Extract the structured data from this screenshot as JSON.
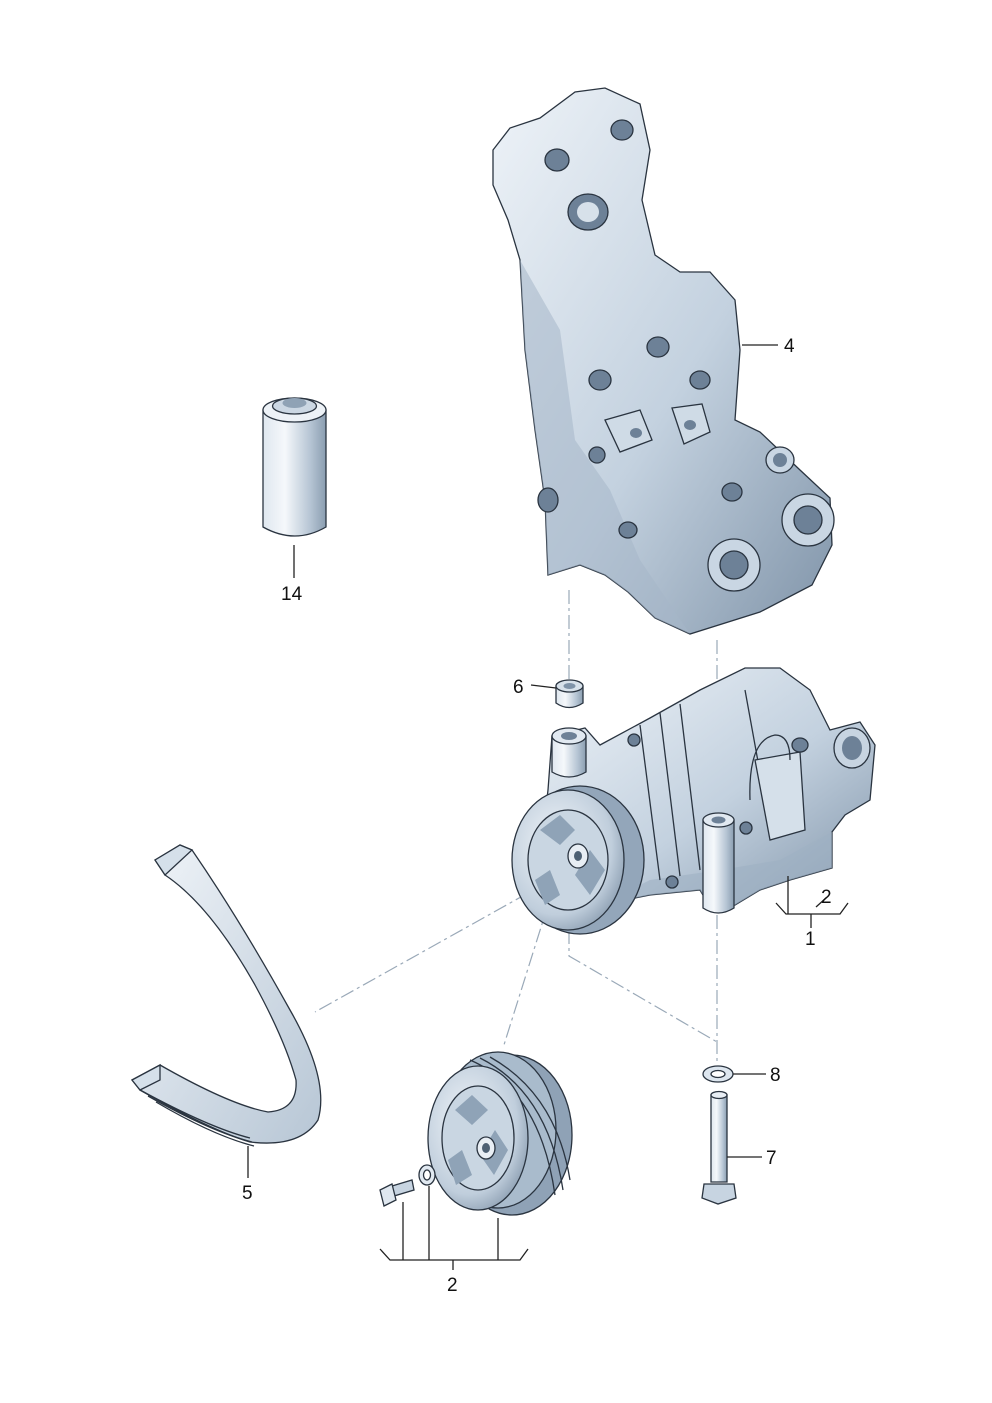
{
  "callouts": {
    "c1": "1",
    "c2_right": "2",
    "c2_bottom": "2",
    "c4": "4",
    "c5": "5",
    "c6": "6",
    "c7": "7",
    "c8": "8",
    "c14": "14"
  },
  "colors": {
    "part_fill_light": "#e4ecf4",
    "part_fill_mid": "#b9c8d8",
    "part_fill_dark": "#7f93a8",
    "line": "#2a3440",
    "dash": "#9aa9b8"
  }
}
